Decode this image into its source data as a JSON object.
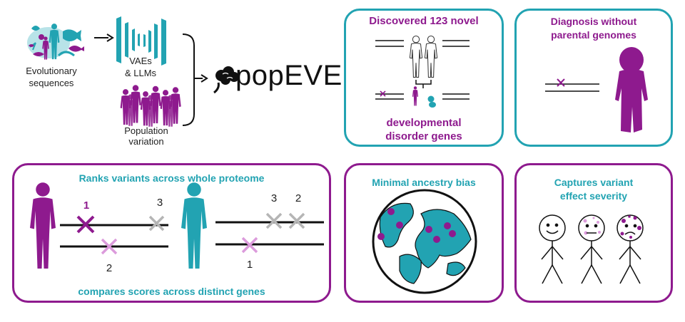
{
  "colors": {
    "teal": "#22a3b2",
    "purple": "#8e1a8e",
    "light_purple": "#dc9bdc",
    "grey": "#b5b5b5",
    "dark": "#111111"
  },
  "workflow": {
    "evolutionary": [
      "Evolutionary",
      "sequences"
    ],
    "models": [
      "VAEs",
      "& LLMs"
    ],
    "population": [
      "Population",
      "variation"
    ],
    "logo_text": "popEVE",
    "icons": [
      "species-collage-icon",
      "neural-network-icon",
      "population-crowd-icon",
      "brain-logo-icon"
    ]
  },
  "panels": {
    "discovered": {
      "top": "Discovered 123 novel",
      "bottom": [
        "developmental",
        "disorder genes"
      ]
    },
    "diagnosis": {
      "title": [
        "Diagnosis without",
        "parental genomes"
      ]
    },
    "ranks": {
      "title": "Ranks variants across whole proteome",
      "bottom": "compares scores across distinct genes",
      "labels_left": [
        "1",
        "2",
        "3"
      ],
      "labels_right": [
        "1",
        "2",
        "3"
      ]
    },
    "ancestry": {
      "title": "Minimal ancestry bias"
    },
    "severity": {
      "title": [
        "Captures variant",
        "effect severity"
      ]
    }
  }
}
